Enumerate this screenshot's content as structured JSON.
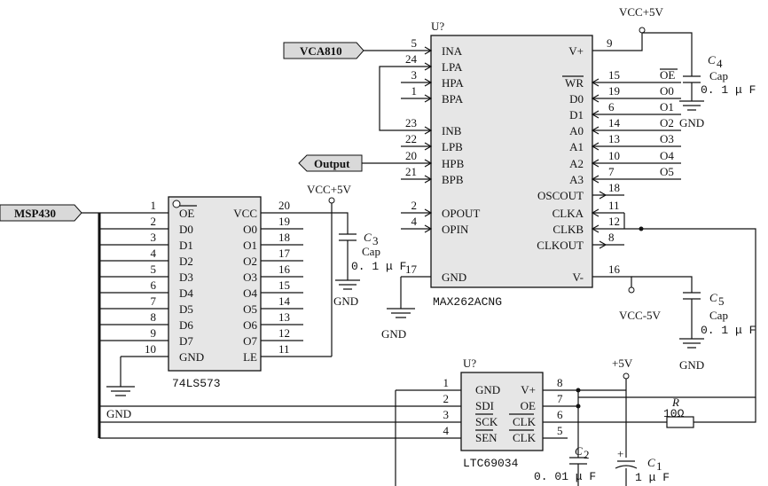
{
  "schematic": {
    "max262": {
      "ref": "U?",
      "part": "MAX262ACNG",
      "left_pins": [
        {
          "num": "5",
          "name": "INA"
        },
        {
          "num": "24",
          "name": "LPA"
        },
        {
          "num": "3",
          "name": "HPA"
        },
        {
          "num": "1",
          "name": "BPA"
        },
        {
          "num": "23",
          "name": "INB"
        },
        {
          "num": "22",
          "name": "LPB"
        },
        {
          "num": "20",
          "name": "HPB"
        },
        {
          "num": "21",
          "name": "BPB"
        },
        {
          "num": "2",
          "name": "OPOUT"
        },
        {
          "num": "4",
          "name": "OPIN"
        },
        {
          "num": "17",
          "name": "GND"
        }
      ],
      "right_pins": [
        {
          "num": "9",
          "name": "V+"
        },
        {
          "num": "15",
          "name": "WR"
        },
        {
          "num": "19",
          "name": "D0"
        },
        {
          "num": "6",
          "name": "D1"
        },
        {
          "num": "14",
          "name": "A0"
        },
        {
          "num": "13",
          "name": "A1"
        },
        {
          "num": "10",
          "name": "A2"
        },
        {
          "num": "7",
          "name": "A3"
        },
        {
          "num": "18",
          "name": "OSCOUT"
        },
        {
          "num": "11",
          "name": "CLKA"
        },
        {
          "num": "12",
          "name": "CLKB"
        },
        {
          "num": "8",
          "name": "CLKOUT"
        },
        {
          "num": "16",
          "name": "V-"
        }
      ],
      "net_labels": [
        "OE",
        "O0",
        "O1",
        "O2",
        "O3",
        "O4",
        "O5"
      ]
    },
    "ls573": {
      "part": "74LS573",
      "left_pins": [
        {
          "num": "1",
          "name": "OE"
        },
        {
          "num": "2",
          "name": "D0"
        },
        {
          "num": "3",
          "name": "D1"
        },
        {
          "num": "4",
          "name": "D2"
        },
        {
          "num": "5",
          "name": "D3"
        },
        {
          "num": "6",
          "name": "D4"
        },
        {
          "num": "7",
          "name": "D5"
        },
        {
          "num": "8",
          "name": "D6"
        },
        {
          "num": "9",
          "name": "D7"
        },
        {
          "num": "10",
          "name": "GND"
        }
      ],
      "right_pins": [
        {
          "num": "20",
          "name": "VCC"
        },
        {
          "num": "19",
          "name": "O0"
        },
        {
          "num": "18",
          "name": "O1"
        },
        {
          "num": "17",
          "name": "O2"
        },
        {
          "num": "16",
          "name": "O3"
        },
        {
          "num": "15",
          "name": "O4"
        },
        {
          "num": "14",
          "name": "O5"
        },
        {
          "num": "13",
          "name": "O6"
        },
        {
          "num": "12",
          "name": "O7"
        },
        {
          "num": "11",
          "name": "LE"
        }
      ]
    },
    "ltc6903": {
      "ref": "U?",
      "part": "LTC69034",
      "left_pins": [
        {
          "num": "1",
          "name": "GND"
        },
        {
          "num": "2",
          "name": "SDI"
        },
        {
          "num": "3",
          "name": "SCK"
        },
        {
          "num": "4",
          "name": "SEN"
        }
      ],
      "right_pins": [
        {
          "num": "8",
          "name": "V+"
        },
        {
          "num": "7",
          "name": "OE"
        },
        {
          "num": "6",
          "name": "CLK"
        },
        {
          "num": "5",
          "name": "CLK"
        }
      ]
    },
    "ports": {
      "vca": "VCA810",
      "output": "Output",
      "msp": "MSP430"
    },
    "power": {
      "vcc_top": "VCC+5V",
      "vcc_mid": "VCC+5V",
      "vcc_neg": "VCC-5V",
      "p5v": "+5V",
      "gnd": "GND"
    },
    "components": {
      "c4": {
        "ref": "C",
        "sub": "4",
        "type": "Cap",
        "value": "0. 1 μ F"
      },
      "c3": {
        "ref": "C",
        "sub": "3",
        "type": "Cap",
        "value": "0. 1 μ F"
      },
      "c5": {
        "ref": "C",
        "sub": "5",
        "type": "Cap",
        "value": "0. 1 μ F"
      },
      "c2": {
        "ref": "C",
        "sub": "2",
        "value": "0. 01 μ F"
      },
      "c1": {
        "ref": "C",
        "sub": "1",
        "value": "1 μ F"
      },
      "r": {
        "ref": "R",
        "value": "10Ω"
      }
    }
  }
}
